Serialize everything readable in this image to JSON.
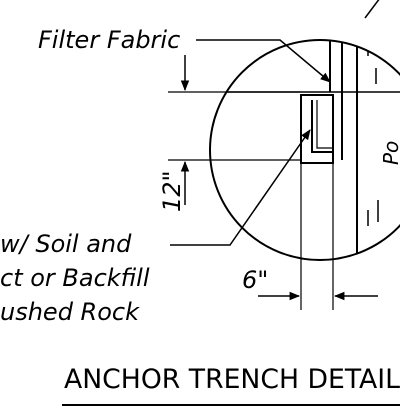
{
  "labels": {
    "filter_fabric": "Filter Fabric",
    "fill_line1": "w/ Soil and",
    "fill_line2": "ct or Backfill",
    "fill_line3": "ushed Rock",
    "depth_dim": "12\"",
    "width_dim": "6\"",
    "edge_fragment": "Po"
  },
  "title": "ANCHOR TRENCH DETAIL"
}
